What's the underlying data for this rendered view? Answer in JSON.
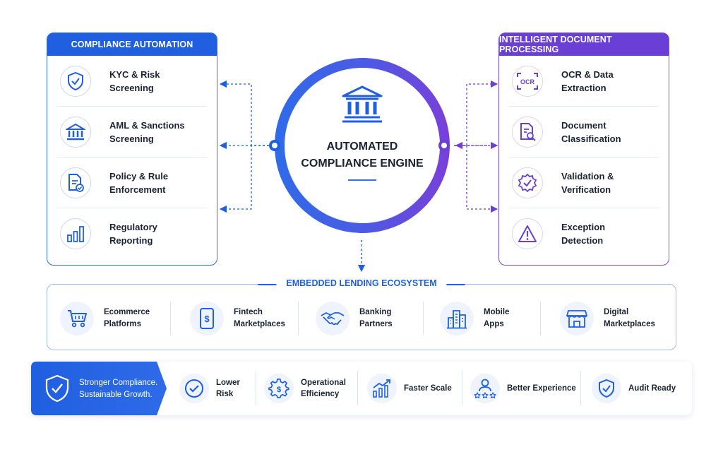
{
  "compliance_automation": {
    "title": "COMPLIANCE AUTOMATION",
    "items": [
      {
        "label": "KYC & Risk\nScreening",
        "icon": "shield-check-icon"
      },
      {
        "label": "AML & Sanctions\nScreening",
        "icon": "bank-icon"
      },
      {
        "label": "Policy & Rule\nEnforcement",
        "icon": "document-check-icon"
      },
      {
        "label": "Regulatory\nReporting",
        "icon": "bar-chart-icon"
      }
    ]
  },
  "document_processing": {
    "title": "INTELLIGENT DOCUMENT PROCESSING",
    "items": [
      {
        "label": "OCR & Data\nExtraction",
        "icon": "ocr-scan-icon",
        "icon_text": "OCR"
      },
      {
        "label": "Document\nClassification",
        "icon": "document-search-icon"
      },
      {
        "label": "Validation &\nVerification",
        "icon": "badge-check-icon"
      },
      {
        "label": "Exception\nDetection",
        "icon": "warning-icon"
      }
    ]
  },
  "engine": {
    "title": "AUTOMATED\nCOMPLIANCE ENGINE",
    "icon": "bank-icon"
  },
  "ecosystem": {
    "title": "EMBEDDED LENDING ECOSYSTEM",
    "items": [
      {
        "label": "Ecommerce\nPlatforms",
        "icon": "shopping-cart-icon"
      },
      {
        "label": "Fintech\nMarketplaces",
        "icon": "mobile-dollar-icon"
      },
      {
        "label": "Banking\nPartners",
        "icon": "handshake-icon"
      },
      {
        "label": "Mobile\nApps",
        "icon": "buildings-icon"
      },
      {
        "label": "Digital\nMarketplaces",
        "icon": "storefront-icon"
      }
    ]
  },
  "benefits": {
    "banner": "Stronger Compliance.\nSustainable Growth.",
    "banner_icon": "shield-check-icon",
    "items": [
      {
        "label": "Lower\nRisk",
        "icon": "check-circle-icon"
      },
      {
        "label": "Operational\nEfficiency",
        "icon": "gear-dollar-icon"
      },
      {
        "label": "Faster Scale",
        "icon": "growth-chart-icon"
      },
      {
        "label": "Better Experience",
        "icon": "user-stars-icon"
      },
      {
        "label": "Audit Ready",
        "icon": "shield-check-icon"
      }
    ]
  },
  "colors": {
    "blue": "#1f5fe0",
    "purple": "#6a3fd6",
    "text": "#1a2333"
  }
}
